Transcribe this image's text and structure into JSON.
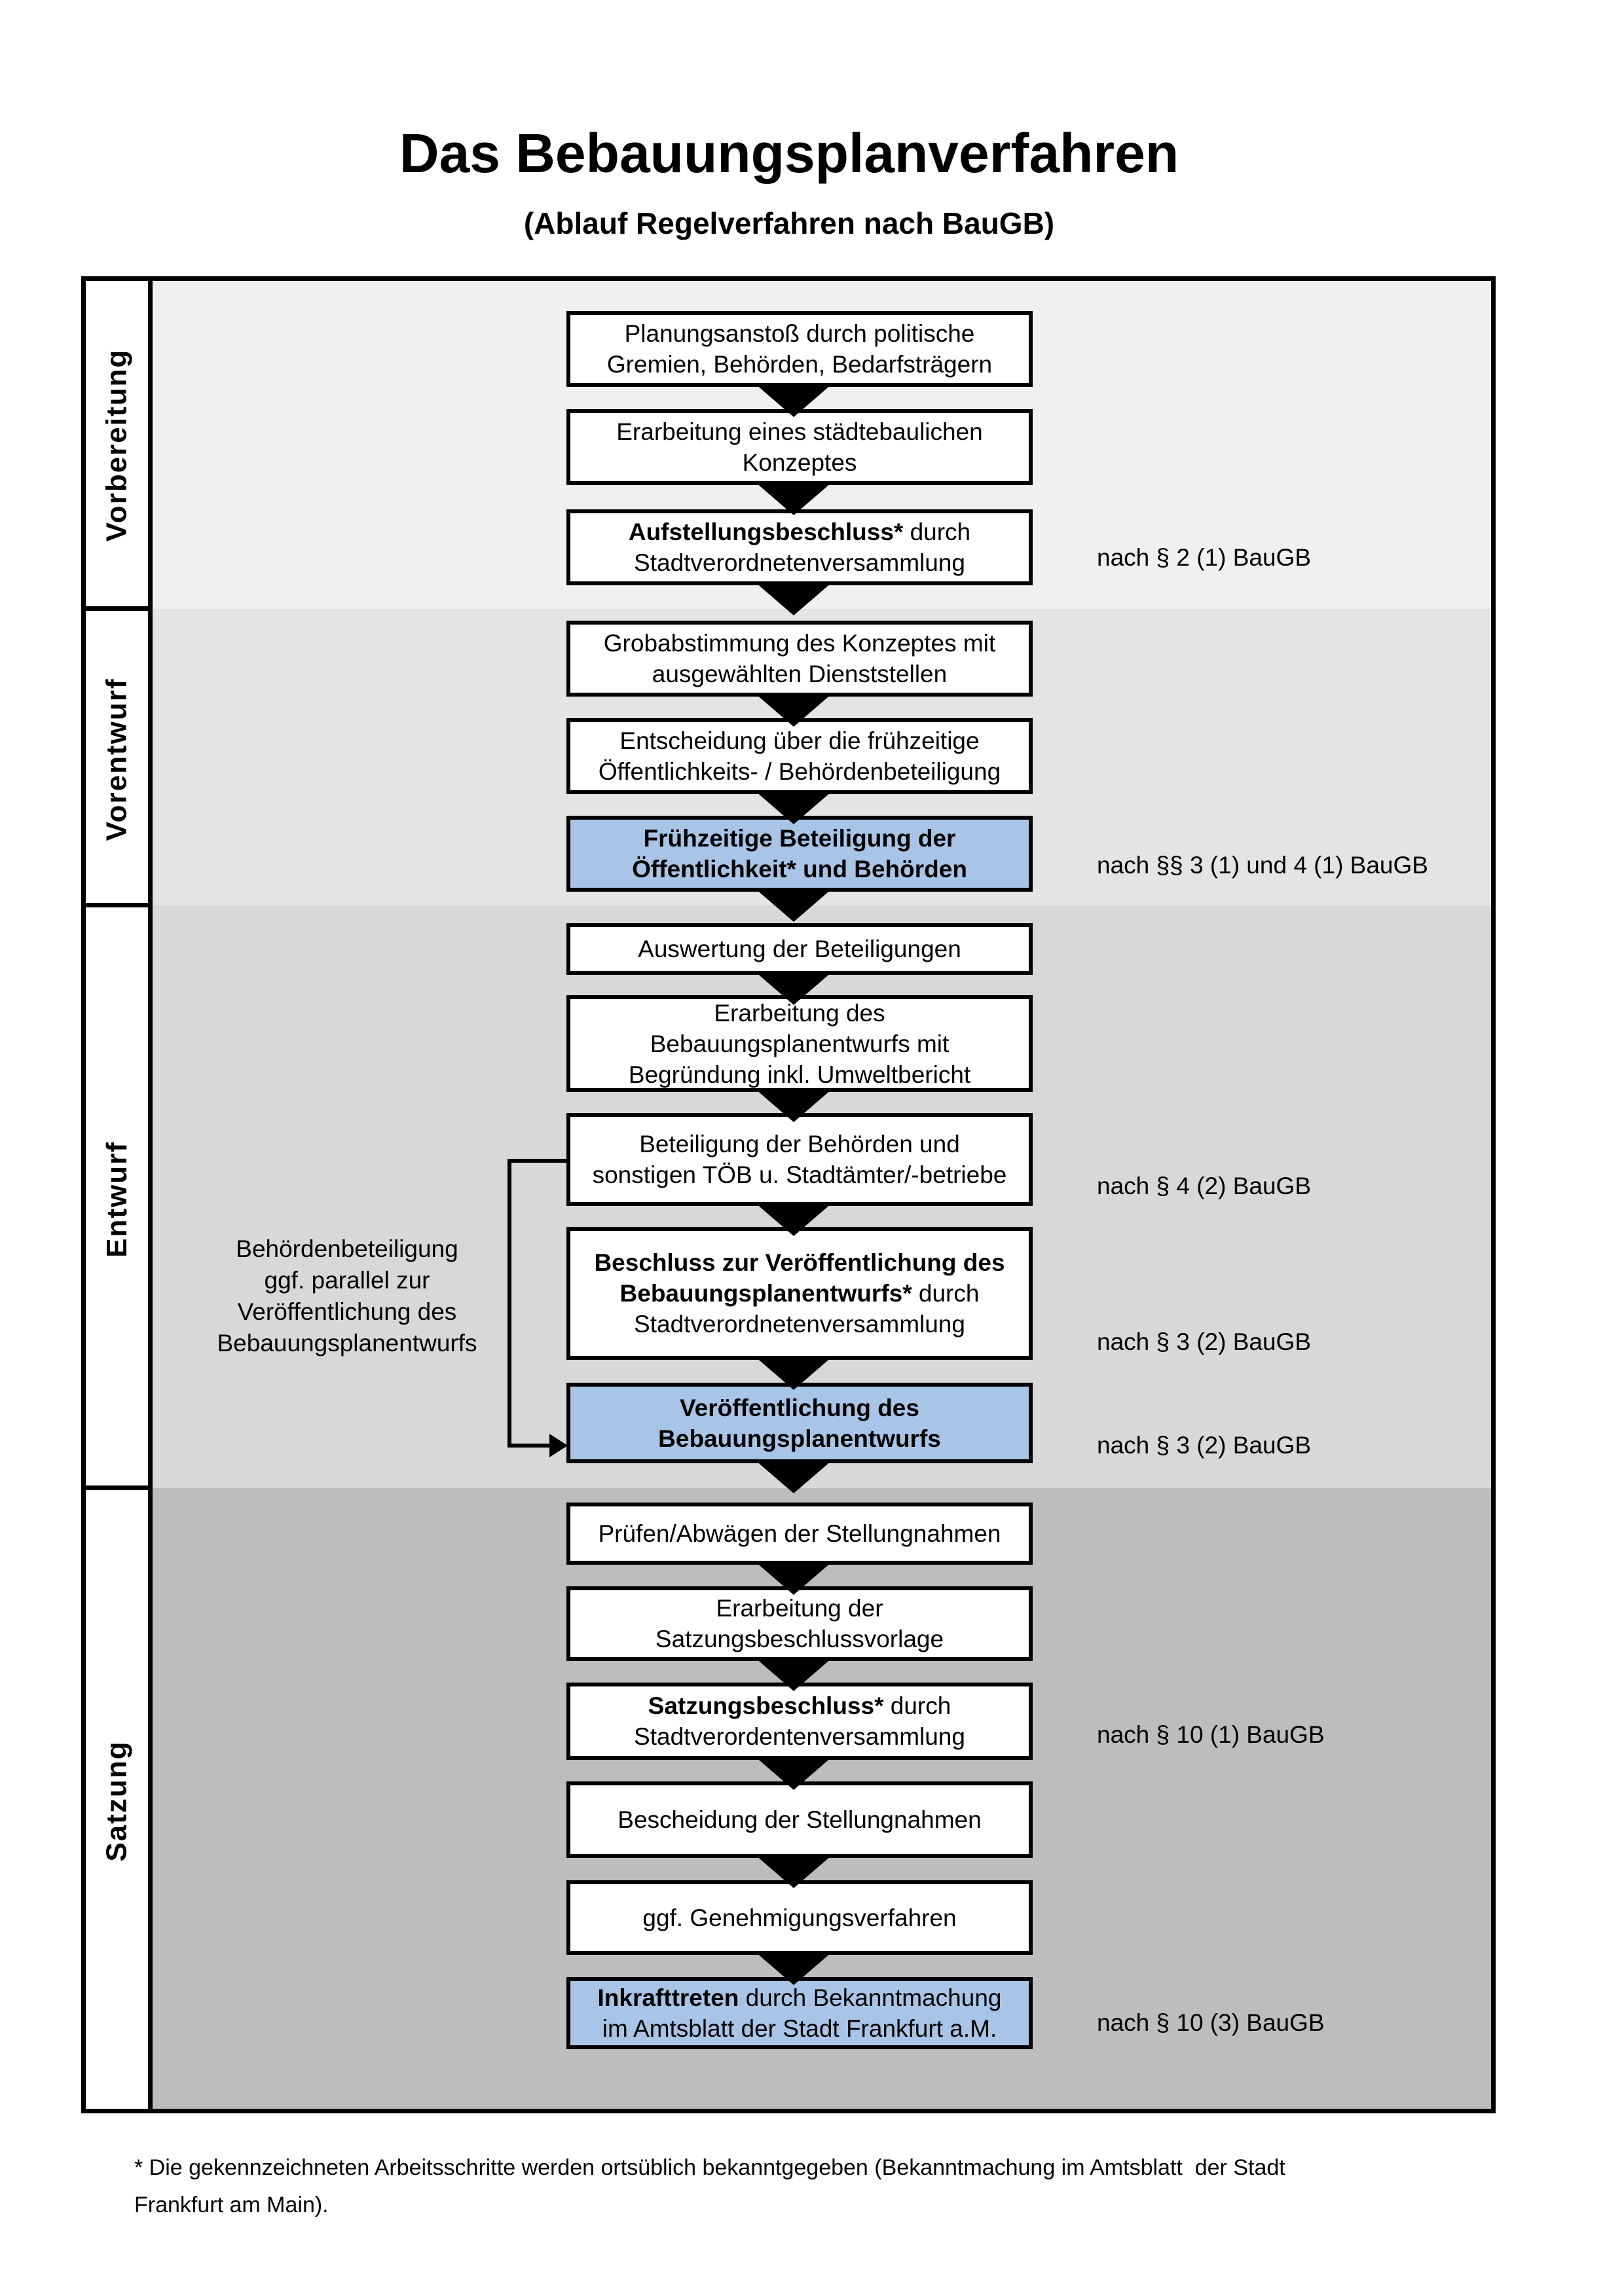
{
  "title": "Das Bebauungsplanverfahren",
  "subtitle": "(Ablauf Regelverfahren nach BauGB)",
  "phases": [
    {
      "label": "Vorbereitung"
    },
    {
      "label": "Vorentwurf"
    },
    {
      "label": "Entwurf"
    },
    {
      "label": "Satzung"
    }
  ],
  "steps": [
    {
      "bold": "",
      "rest": "Planungsanstoß durch politische\nGremien, Behörden, Bedarfsträgern",
      "ref": ""
    },
    {
      "bold": "",
      "rest": "Erarbeitung eines städtebaulichen\nKonzeptes",
      "ref": ""
    },
    {
      "bold": "Aufstellungsbeschluss*",
      "rest": " durch\nStadtverordnetenversammlung",
      "ref": "nach § 2 (1) BauGB"
    },
    {
      "bold": "",
      "rest": "Grobabstimmung des Konzeptes mit\nausgewählten Dienststellen",
      "ref": ""
    },
    {
      "bold": "",
      "rest": "Entscheidung über die frühzeitige\nÖffentlichkeits- / Behördenbeteiligung",
      "ref": ""
    },
    {
      "bold": "Frühzeitige Beteiligung der\nÖffentlichkeit* und Behörden",
      "rest": "",
      "ref": "nach §§ 3 (1) und 4 (1) BauGB"
    },
    {
      "bold": "",
      "rest": "Auswertung der Beteiligungen",
      "ref": ""
    },
    {
      "bold": "",
      "rest": "Erarbeitung des\nBebauungsplanentwurfs mit\nBegründung inkl. Umweltbericht",
      "ref": ""
    },
    {
      "bold": "",
      "rest": "Beteiligung der Behörden und\nsonstigen TÖB u. Stadtämter/-betriebe",
      "ref": "nach § 4 (2) BauGB"
    },
    {
      "bold": "Beschluss zur Veröffentlichung des\nBebauungsplanentwurfs*",
      "rest": " durch\nStadtverordnetenversammlung",
      "ref": "nach § 3 (2) BauGB"
    },
    {
      "bold": "Veröffentlichung des\nBebauungsplanentwurfs",
      "rest": "",
      "ref": "nach § 3 (2) BauGB"
    },
    {
      "bold": "",
      "rest": "Prüfen/Abwägen der Stellungnahmen",
      "ref": ""
    },
    {
      "bold": "",
      "rest": "Erarbeitung der\nSatzungsbeschlussvorlage",
      "ref": ""
    },
    {
      "bold": "Satzungsbeschluss*",
      "rest": " durch\nStadtverordentenversammlung",
      "ref": "nach § 10 (1) BauGB"
    },
    {
      "bold": "",
      "rest": "Bescheidung der Stellungnahmen",
      "ref": ""
    },
    {
      "bold": "",
      "rest": "ggf. Genehmigungsverfahren",
      "ref": ""
    },
    {
      "bold": "Inkrafttreten",
      "rest": " durch Bekanntmachung\nim Amtsblatt der Stadt Frankfurt a.M.",
      "ref": "nach § 10 (3) BauGB"
    }
  ],
  "annotation": "Behördenbeteiligung\nggf. parallel zur\nVeröffentlichung des\nBebauungsplanentwurfs",
  "footnote": "* Die gekennzeichneten Arbeitsschritte werden ortsüblich bekanntgegeben (Bekanntmachung im Amtsblatt  der Stadt\nFrankfurt am Main).",
  "colors": {
    "band_vorbereitung": "#f0f0f0",
    "band_vorentwurf": "#e4e4e4",
    "band_entwurf": "#d8d8d8",
    "band_satzung": "#bdbdbd",
    "highlight_blue": "#a8c4e6",
    "line": "#000000"
  }
}
